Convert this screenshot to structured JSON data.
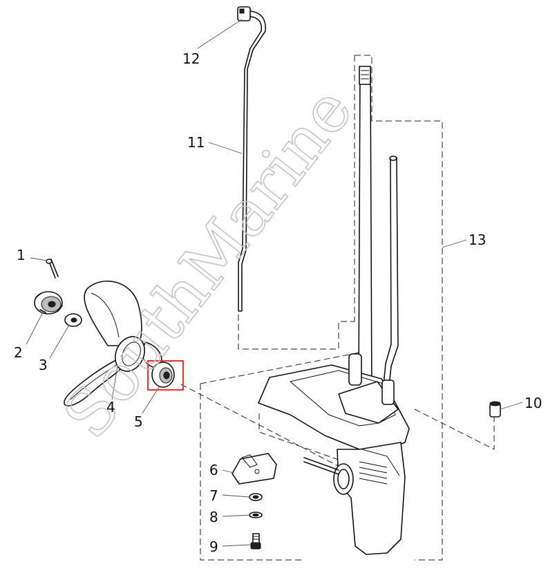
{
  "watermark": "SouthMarine",
  "parts": [
    {
      "id": "1",
      "label": "1"
    },
    {
      "id": "2",
      "label": "2"
    },
    {
      "id": "3",
      "label": "3"
    },
    {
      "id": "4",
      "label": "4"
    },
    {
      "id": "5",
      "label": "5"
    },
    {
      "id": "6",
      "label": "6"
    },
    {
      "id": "7",
      "label": "7"
    },
    {
      "id": "8",
      "label": "8"
    },
    {
      "id": "9",
      "label": "9"
    },
    {
      "id": "10",
      "label": "10"
    },
    {
      "id": "11",
      "label": "11"
    },
    {
      "id": "12",
      "label": "12"
    },
    {
      "id": "13",
      "label": "13"
    }
  ],
  "highlighted_part": "5",
  "highlight_color": "#e53935"
}
